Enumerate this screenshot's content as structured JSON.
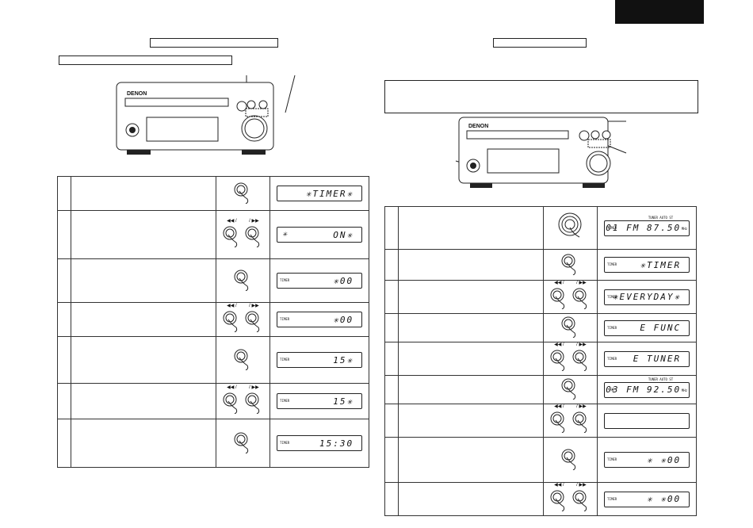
{
  "page": {
    "black_tab": ""
  },
  "left": {
    "title_box": "",
    "subtitle_box": "",
    "device_brand": "DENON",
    "steps": [
      {
        "button": "single",
        "display": {
          "blink_left": "",
          "small": "",
          "text": "✳︎ΤΙΜΕR✳︎",
          "hdr": "",
          "unit": ""
        }
      },
      {
        "button": "skip",
        "display": {
          "blink_left": "✳︎",
          "small": "",
          "text": "ΟΝ✳︎",
          "hdr": "",
          "unit": ""
        }
      },
      {
        "button": "single",
        "display": {
          "blink_left": "",
          "small": "TIMER",
          "text": "✳︎00",
          "hdr": "",
          "unit": ""
        }
      },
      {
        "button": "skip",
        "display": {
          "blink_left": "",
          "small": "TIMER",
          "text": "✳︎00",
          "hdr": "",
          "unit": ""
        }
      },
      {
        "button": "single",
        "display": {
          "blink_left": "",
          "small": "TIMER",
          "text": "15✳︎",
          "hdr": "",
          "unit": ""
        }
      },
      {
        "button": "skip",
        "display": {
          "blink_left": "",
          "small": "TIMER",
          "text": "15✳︎",
          "hdr": "",
          "unit": ""
        }
      },
      {
        "button": "single",
        "display": {
          "blink_left": "",
          "small": "TIMER",
          "text": "15:30",
          "hdr": "",
          "unit": ""
        }
      }
    ]
  },
  "right": {
    "title_box": "",
    "note_box": "",
    "device_brand": "DENON",
    "steps": [
      {
        "button": "big",
        "display": {
          "blink_left": "",
          "small": "TIMER",
          "text": "01 FM 87.50",
          "hdr": "TUNER AUTO ST",
          "unit": "MHz"
        }
      },
      {
        "button": "single",
        "display": {
          "blink_left": "",
          "small": "TIMER",
          "text": "✳︎TIMER",
          "hdr": "",
          "unit": ""
        }
      },
      {
        "button": "skip",
        "display": {
          "blink_left": "",
          "small": "TIMER",
          "text": "✳︎EVERYDAY✳︎",
          "hdr": "",
          "unit": ""
        }
      },
      {
        "button": "single",
        "display": {
          "blink_left": "",
          "small": "TIMER",
          "text": "E FUNC",
          "hdr": "",
          "unit": ""
        }
      },
      {
        "button": "skip",
        "display": {
          "blink_left": "",
          "small": "TIMER",
          "text": "E TUNER",
          "hdr": "",
          "unit": ""
        }
      },
      {
        "button": "single",
        "display": {
          "blink_left": "✳︎",
          "small": "",
          "text": "03 FM 92.50",
          "hdr": "TUNER AUTO ST",
          "unit": "MHz"
        }
      },
      {
        "button": "skip",
        "display": {
          "blink_left": "",
          "small": "",
          "text": "",
          "hdr": "",
          "unit": ""
        }
      },
      {
        "button": "single",
        "display": {
          "blink_left": "",
          "small": "TIMER",
          "text": "✳︎ ✳︎00",
          "hdr": "",
          "unit": ""
        }
      },
      {
        "button": "skip",
        "display": {
          "blink_left": "",
          "small": "TIMER",
          "text": "✳︎ ✳︎00",
          "hdr": "",
          "unit": ""
        }
      }
    ]
  },
  "labels": {
    "prev_skip": "◀◀ /",
    "next_skip": "/ ▶▶"
  }
}
